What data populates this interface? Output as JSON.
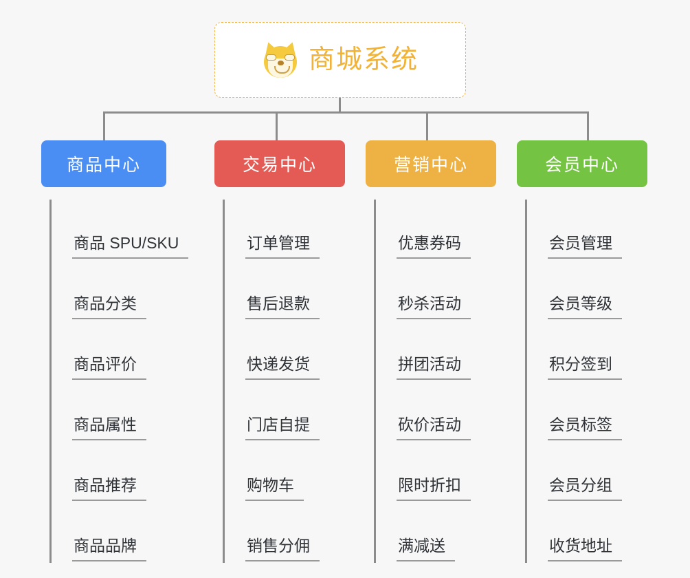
{
  "diagram": {
    "type": "org-tree",
    "background_color": "#f7f7f7",
    "connector_color": "#8c8c8c",
    "root": {
      "title": "商城系统",
      "icon": "shiba-dog-face-icon",
      "text_color": "#f2b235",
      "border_color": "#f0b343",
      "background_color": "#ffffff"
    },
    "columns": [
      {
        "category": "商品中心",
        "color": "#4a8ef4",
        "items": [
          "商品 SPU/SKU",
          "商品分类",
          "商品评价",
          "商品属性",
          "商品推荐",
          "商品品牌"
        ]
      },
      {
        "category": "交易中心",
        "color": "#e45b55",
        "items": [
          "订单管理",
          "售后退款",
          "快递发货",
          "门店自提",
          "购物车",
          "销售分佣"
        ]
      },
      {
        "category": "营销中心",
        "color": "#eeb244",
        "items": [
          "优惠券码",
          "秒杀活动",
          "拼团活动",
          "砍价活动",
          "限时折扣",
          "满减送"
        ]
      },
      {
        "category": "会员中心",
        "color": "#74c343",
        "items": [
          "会员管理",
          "会员等级",
          "积分签到",
          "会员标签",
          "会员分组",
          "收货地址"
        ]
      }
    ]
  }
}
